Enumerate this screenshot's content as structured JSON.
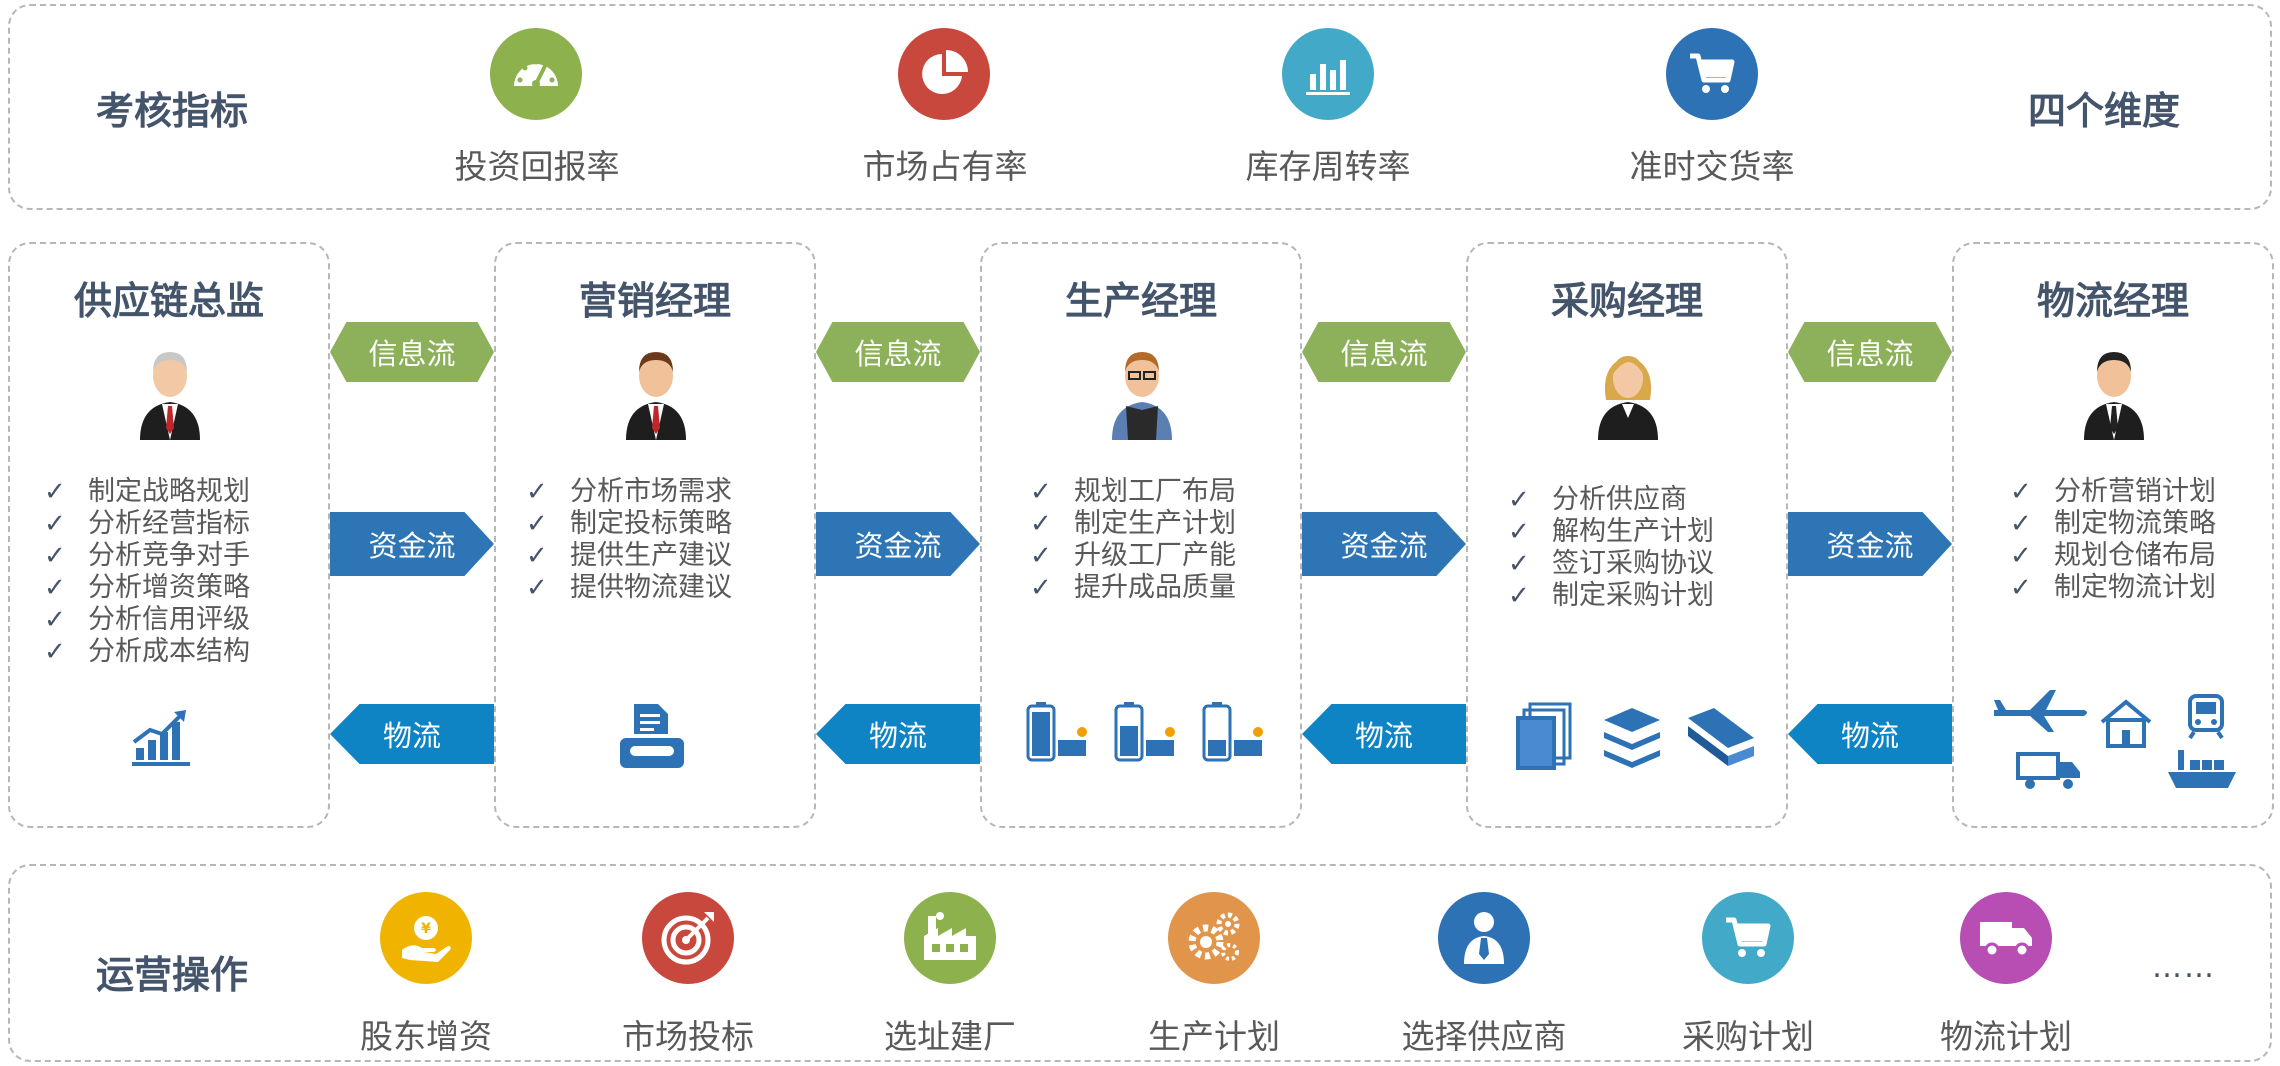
{
  "top": {
    "left_title": "考核指标",
    "right_title": "四个维度",
    "metrics": [
      {
        "label": "投资回报率",
        "icon": "gauge-icon",
        "color": "#8db14d"
      },
      {
        "label": "市场占有率",
        "icon": "pie-chart-icon",
        "color": "#c9483d"
      },
      {
        "label": "库存周转率",
        "icon": "bar-chart-icon",
        "color": "#42aac8"
      },
      {
        "label": "准时交货率",
        "icon": "shopping-cart-icon",
        "color": "#2c72b5"
      }
    ]
  },
  "roles": [
    {
      "title": "供应链总监",
      "avatar": "executive-avatar-icon",
      "tasks": [
        "制定战略规划",
        "分析经营指标",
        "分析竞争对手",
        "分析增资策略",
        "分析信用评级",
        "分析成本结构"
      ],
      "icon": "growth-chart-icon"
    },
    {
      "title": "营销经理",
      "avatar": "manager-avatar-icon",
      "tasks": [
        "分析市场需求",
        "制定投标策略",
        "提供生产建议",
        "提供物流建议"
      ],
      "icon": "fax-machine-icon"
    },
    {
      "title": "生产经理",
      "avatar": "engineer-avatar-icon",
      "tasks": [
        "规划工厂布局",
        "制定生产计划",
        "升级工厂产能",
        "提升成品质量"
      ],
      "icon": "battery-solar-icon"
    },
    {
      "title": "采购经理",
      "avatar": "female-avatar-icon",
      "tasks": [
        "分析供应商",
        "解构生产计划",
        "签订采购协议",
        "制定采购计划"
      ],
      "icon": "materials-icon"
    },
    {
      "title": "物流经理",
      "avatar": "logistics-avatar-icon",
      "tasks": [
        "分析营销计划",
        "制定物流策略",
        "规划仓储布局",
        "制定物流计划"
      ],
      "icon": "transport-icon"
    }
  ],
  "flows": {
    "info": "信息流",
    "money": "资金流",
    "goods": "物流"
  },
  "bottom": {
    "title": "运营操作",
    "ops": [
      {
        "label": "股东增资",
        "icon": "money-hand-icon",
        "color": "#f0b400"
      },
      {
        "label": "市场投标",
        "icon": "target-icon",
        "color": "#c9483d"
      },
      {
        "label": "选址建厂",
        "icon": "factory-icon",
        "color": "#8db14d"
      },
      {
        "label": "生产计划",
        "icon": "gears-icon",
        "color": "#e0954a"
      },
      {
        "label": "选择供应商",
        "icon": "person-icon",
        "color": "#2c72b5"
      },
      {
        "label": "采购计划",
        "icon": "shopping-cart-icon",
        "color": "#42aac8"
      },
      {
        "label": "物流计划",
        "icon": "truck-icon",
        "color": "#b84eb3"
      }
    ],
    "more": "……"
  }
}
